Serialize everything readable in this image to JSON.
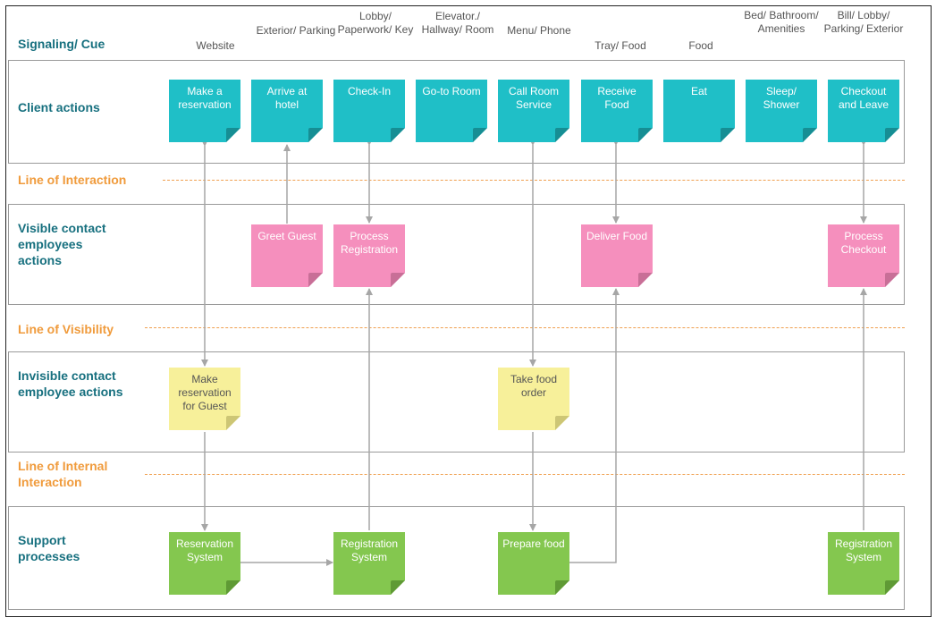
{
  "cues": {
    "heading": "Signaling/ Cue",
    "items": [
      "Website",
      "Exterior/ Parking",
      "Lobby/ Paperwork/ Key",
      "Elevator./ Hallway/ Room",
      "Menu/ Phone",
      "Tray/ Food",
      "Food",
      "Bed/ Bathroom/ Amenities",
      "Bill/ Lobby/ Parking/ Exterior"
    ]
  },
  "lanes": {
    "client": "Client actions",
    "visible": "Visible contact employees actions",
    "invisible": "Invisible contact employee actions",
    "support": "Support processes"
  },
  "lines": {
    "interaction": "Line of Interaction",
    "visibility": "Line of Visibility",
    "internal": "Line of Internal Interaction"
  },
  "client_actions": [
    "Make a reservation",
    "Arrive at hotel",
    "Check-In",
    "Go-to Room",
    "Call Room Service",
    "Receive Food",
    "Eat",
    "Sleep/ Shower",
    "Checkout and Leave"
  ],
  "visible_actions": [
    "Greet Guest",
    "Process Registration",
    "Deliver Food",
    "Process Checkout"
  ],
  "invisible_actions": [
    "Make reservation for Guest",
    "Take food order"
  ],
  "support_processes": [
    "Reservation System",
    "Registration System",
    "Prepare food",
    "Registration System"
  ],
  "colors": {
    "client_note": "#1fbfc7",
    "visible_note": "#f58fbd",
    "invisible_note": "#f7f09a",
    "support_note": "#84c74f",
    "lane_title": "#17707f",
    "line_title": "#f09b3c",
    "arrow": "#a6a6a6"
  }
}
